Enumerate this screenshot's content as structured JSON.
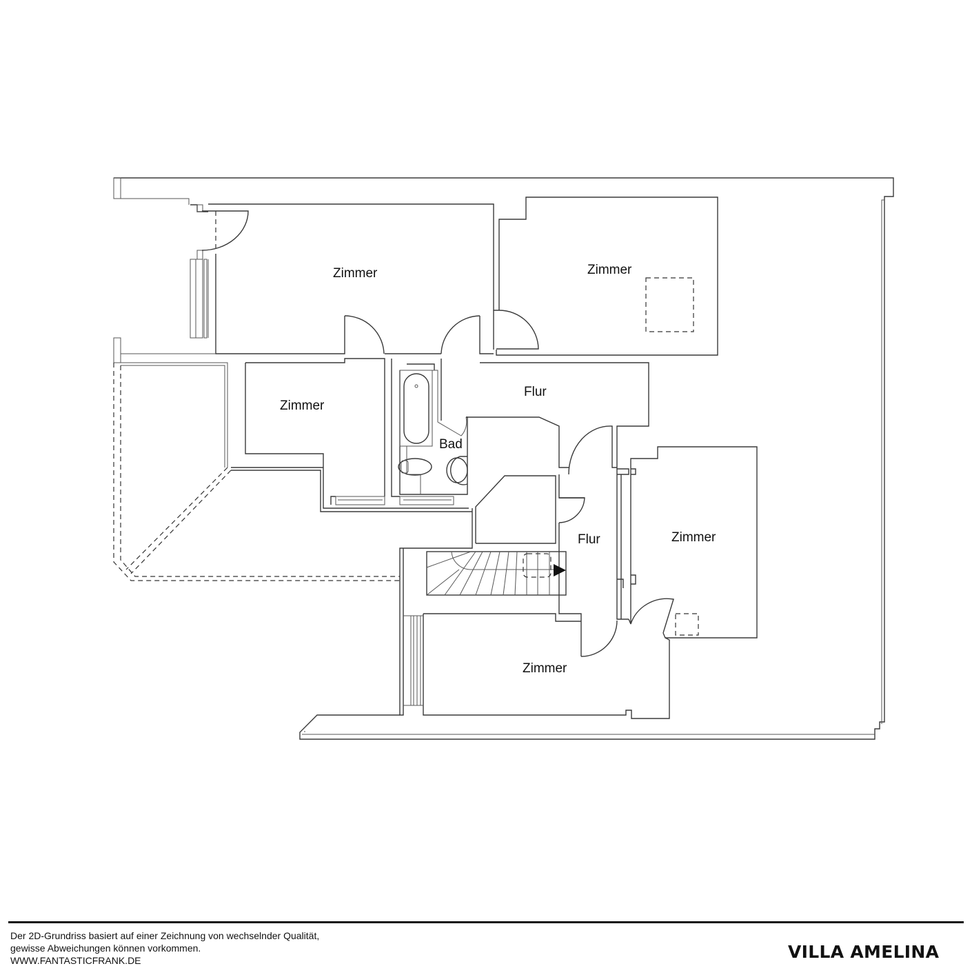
{
  "plan": {
    "rooms": [
      {
        "id": "zimmer-nw",
        "label": "Zimmer"
      },
      {
        "id": "zimmer-ne",
        "label": "Zimmer"
      },
      {
        "id": "zimmer-w",
        "label": "Zimmer"
      },
      {
        "id": "flur-north",
        "label": "Flur"
      },
      {
        "id": "bad",
        "label": "Bad"
      },
      {
        "id": "flur-central",
        "label": "Flur"
      },
      {
        "id": "zimmer-e",
        "label": "Zimmer"
      },
      {
        "id": "zimmer-s",
        "label": "Zimmer"
      }
    ],
    "symbols": [
      "door-swing",
      "window",
      "bathtub",
      "toilet",
      "sink",
      "staircase",
      "stair-direction-arrow",
      "dashed-opening"
    ]
  },
  "footer": {
    "disclaimer_line1": "Der 2D-Grundriss basiert auf einer Zeichnung von wechselnder Qualität,",
    "disclaimer_line2": "gewisse Abweichungen können vorkommen.",
    "website": "WWW.FANTASTICFRANK.DE",
    "brand": "VILLA AMELINA"
  },
  "colors": {
    "lines": "#3a3a3a",
    "text": "#111111",
    "background": "#ffffff"
  }
}
